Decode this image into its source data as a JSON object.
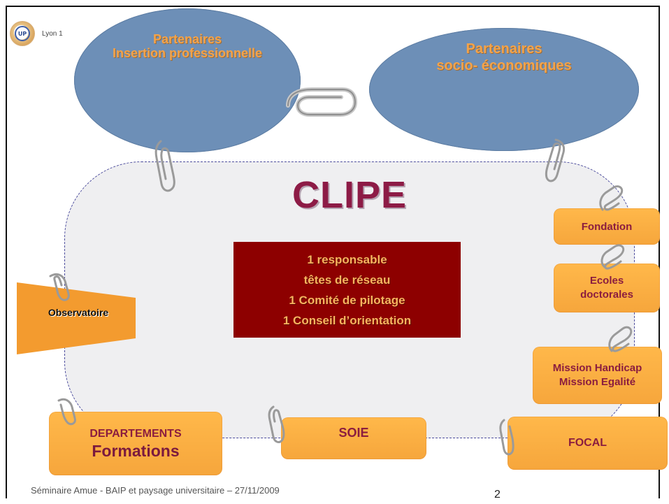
{
  "logo": {
    "text": "Lyon 1",
    "icon": "university-logo"
  },
  "partners": {
    "left": {
      "line1": "Partenaires",
      "line2": "Insertion professionnelle"
    },
    "right": {
      "line1": "Partenaires",
      "line2": "socio- économiques"
    }
  },
  "main": {
    "title": "CLIPE",
    "center_lines": [
      "1 responsable",
      "têtes de réseau",
      "1 Comité de pilotage",
      "1 Conseil d’orientation"
    ]
  },
  "side_boxes": {
    "fondation": "Fondation",
    "ecoles": [
      "Ecoles",
      "doctorales"
    ],
    "mission": [
      "Mission Handicap",
      "Mission Egalité"
    ],
    "focal": "FOCAL",
    "soie": "SOIE",
    "departements": [
      "DEPARTEMENTS",
      "Formations"
    ],
    "observatoire": "Observatoire"
  },
  "footer": {
    "text": "Séminaire Amue   - BAIP et paysage universitaire – 27/11/2009",
    "page": "2"
  },
  "colors": {
    "ellipse": "#6d8fb7",
    "ellipse_text": "#f3a34a",
    "clipe": "#8d1b46",
    "center_box": "#8d0000",
    "orange": "#f6a63c",
    "dashed_border": "#4d4d9e"
  },
  "icons": [
    "paperclip-icon",
    "university-logo"
  ]
}
